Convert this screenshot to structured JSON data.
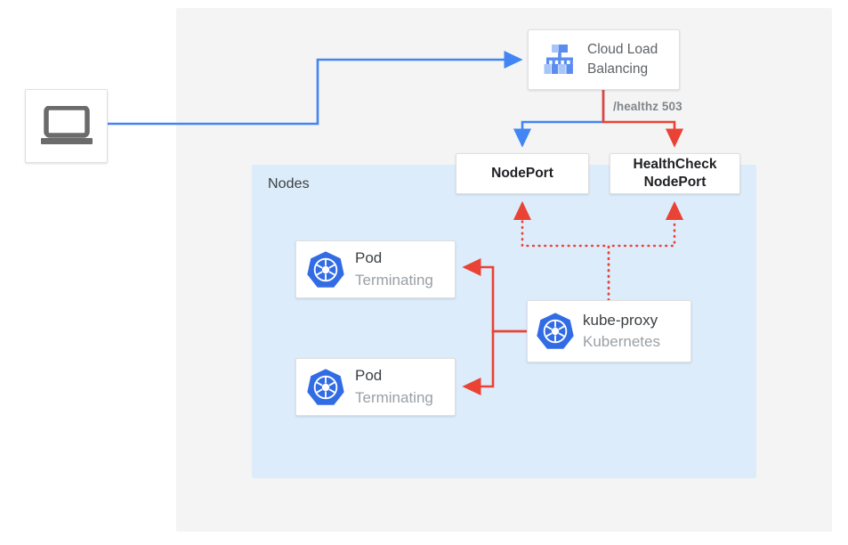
{
  "diagram": {
    "region_label": "Nodes",
    "edge_label": "/healthz 503",
    "colors": {
      "panel_bg": "#f4f4f4",
      "nodes_bg": "#dcecfb",
      "blue_flow": "#4285f4",
      "red_flow": "#ea4335",
      "k8s_blue": "#326ce5",
      "muted_text": "#9aa0a6"
    },
    "nodes": {
      "client": {
        "icon": "laptop-icon",
        "title": "",
        "subtitle": ""
      },
      "cloud_load_balancing": {
        "icon": "cloud-load-balancing-icon",
        "title": "Cloud Load",
        "subtitle": "Balancing"
      },
      "nodeport": {
        "label": "NodePort"
      },
      "healthcheck_nodeport": {
        "label": "HealthCheck\nNodePort"
      },
      "pod_1": {
        "icon": "kubernetes-icon",
        "title": "Pod",
        "subtitle": "Terminating"
      },
      "pod_2": {
        "icon": "kubernetes-icon",
        "title": "Pod",
        "subtitle": "Terminating"
      },
      "kube_proxy": {
        "icon": "kubernetes-icon",
        "title": "kube-proxy",
        "subtitle": "Kubernetes"
      }
    }
  }
}
